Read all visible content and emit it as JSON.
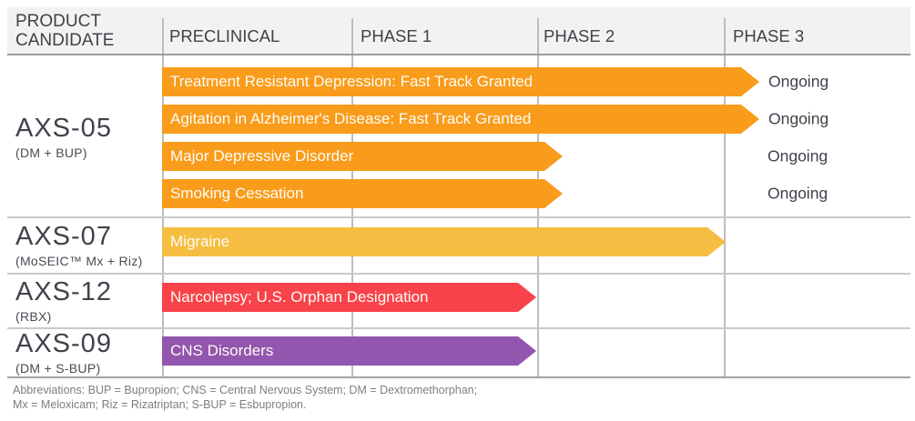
{
  "header": {
    "product_column": {
      "line1": "PRODUCT",
      "line2": "CANDIDATE"
    },
    "phases": [
      "PRECLINICAL",
      "PHASE 1",
      "PHASE 2",
      "PHASE 3"
    ]
  },
  "colors": {
    "orange": "#F99C1B",
    "gold": "#F5BE42",
    "red": "#F8434B",
    "purple": "#9256AF",
    "header_bg": "#F2F2F1",
    "grid": "#C9C9C9",
    "text_dark": "#3E424A"
  },
  "products": [
    {
      "name": "AXS-05",
      "subtitle": "(DM + BUP)",
      "bars": [
        {
          "label": "Treatment Resistant Depression: Fast Track Granted",
          "color": "orange",
          "phase_extent": 3.19,
          "status": "Ongoing"
        },
        {
          "label": "Agitation in Alzheimer's Disease: Fast Track Granted",
          "color": "orange",
          "phase_extent": 3.19,
          "status": "Ongoing"
        },
        {
          "label": "Major Depressive Disorder",
          "color": "orange",
          "phase_extent": 2.14,
          "status": "Ongoing"
        },
        {
          "label": "Smoking Cessation",
          "color": "orange",
          "phase_extent": 2.14,
          "status": "Ongoing"
        }
      ]
    },
    {
      "name": "AXS-07",
      "subtitle": "(MoSEIC™ Mx + Riz)",
      "bars": [
        {
          "label": "Migraine",
          "color": "gold",
          "phase_extent": 3.01,
          "status": null
        }
      ]
    },
    {
      "name": "AXS-12",
      "subtitle": "(RBX)",
      "bars": [
        {
          "label": "Narcolepsy; U.S. Orphan Designation",
          "color": "red",
          "phase_extent": 2.0,
          "status": null
        }
      ]
    },
    {
      "name": "AXS-09",
      "subtitle": "(DM + S-BUP)",
      "bars": [
        {
          "label": "CNS Disorders",
          "color": "purple",
          "phase_extent": 2.0,
          "status": null
        }
      ]
    }
  ],
  "footnote": {
    "line1": "Abbreviations: BUP = Bupropion; CNS = Central Nervous System; DM = Dextromethorphan;",
    "line2": "Mx = Meloxicam; Riz = Rizatriptan; S-BUP = Esbupropion."
  },
  "chart_data": {
    "type": "bar",
    "orientation": "horizontal",
    "title": "Product candidate pipeline by development phase",
    "x_axis_phases": [
      "PRECLINICAL",
      "PHASE 1",
      "PHASE 2",
      "PHASE 3"
    ],
    "value_scale": "phase units: 0 = start of Preclinical, 1 = end of Preclinical, 2 = end of Phase 1, 3 = end of Phase 2, 4 = end of Phase 3",
    "series": [
      {
        "product": "AXS-05 (DM + BUP)",
        "indication": "Treatment Resistant Depression: Fast Track Granted",
        "start": 0,
        "end": 3.19,
        "status": "Ongoing",
        "color": "#F99C1B"
      },
      {
        "product": "AXS-05 (DM + BUP)",
        "indication": "Agitation in Alzheimer's Disease: Fast Track Granted",
        "start": 0,
        "end": 3.19,
        "status": "Ongoing",
        "color": "#F99C1B"
      },
      {
        "product": "AXS-05 (DM + BUP)",
        "indication": "Major Depressive Disorder",
        "start": 0,
        "end": 2.14,
        "status": "Ongoing",
        "color": "#F99C1B"
      },
      {
        "product": "AXS-05 (DM + BUP)",
        "indication": "Smoking Cessation",
        "start": 0,
        "end": 2.14,
        "status": "Ongoing",
        "color": "#F99C1B"
      },
      {
        "product": "AXS-07 (MoSEIC™ Mx + Riz)",
        "indication": "Migraine",
        "start": 0,
        "end": 3.01,
        "status": null,
        "color": "#F5BE42"
      },
      {
        "product": "AXS-12 (RBX)",
        "indication": "Narcolepsy; U.S. Orphan Designation",
        "start": 0,
        "end": 2.0,
        "status": null,
        "color": "#F8434B"
      },
      {
        "product": "AXS-09 (DM + S-BUP)",
        "indication": "CNS Disorders",
        "start": 0,
        "end": 2.0,
        "status": null,
        "color": "#9256AF"
      }
    ],
    "legend": "none",
    "grid": "vertical phase separators shown"
  }
}
